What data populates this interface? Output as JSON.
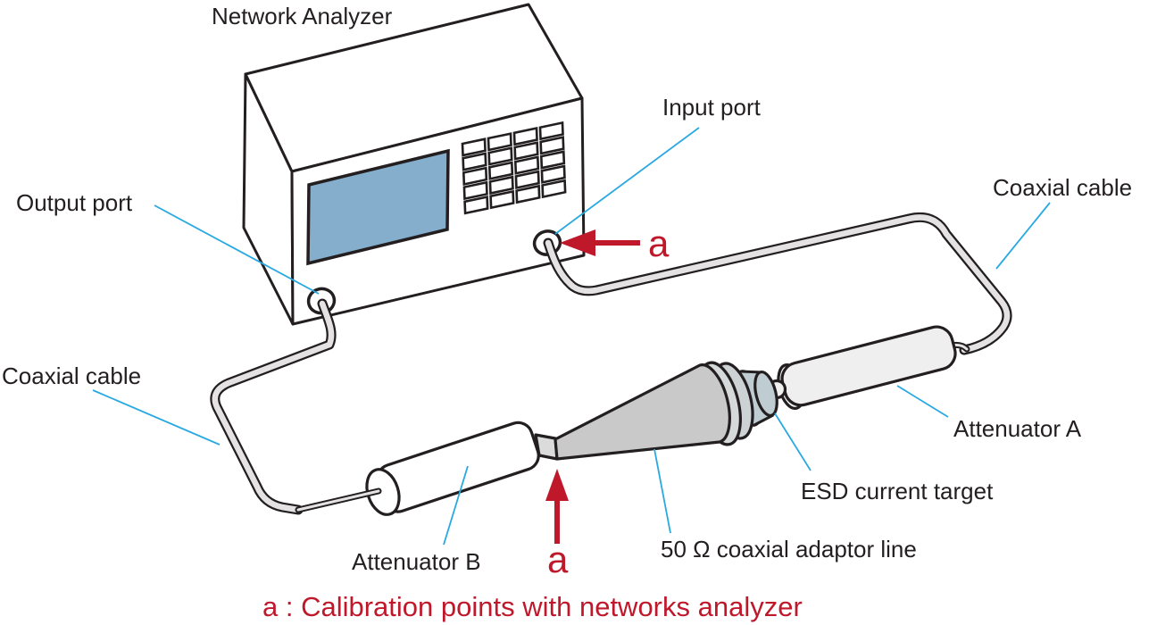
{
  "diagram": {
    "title": "Network Analyzer",
    "labels": {
      "input_port": "Input port",
      "output_port": "Output port",
      "coaxial_cable_left": "Coaxial cable",
      "coaxial_cable_right": "Coaxial cable",
      "attenuator_a": "Attenuator A",
      "attenuator_b": "Attenuator B",
      "esd_current_target": "ESD current target",
      "adaptor_line": "50 Ω coaxial adaptor line",
      "calibration_marker": "a"
    },
    "caption": "a : Calibration points with networks analyzer",
    "colors": {
      "red": "#C0182B",
      "leader_blue": "#29A9E1",
      "line": "#231F20",
      "screen_blue": "#84AECB",
      "cable_gray": "#E4E2E2",
      "cone_gray": "#C9C9C9",
      "rim_gray": "#D6D9DA",
      "rim_gray_dark": "#CDD2D4",
      "esd_blue_gray": "#BFCDD3",
      "attenuator_a_gray": "#EFEFEF",
      "neck_gray": "#DBDBDB"
    }
  }
}
